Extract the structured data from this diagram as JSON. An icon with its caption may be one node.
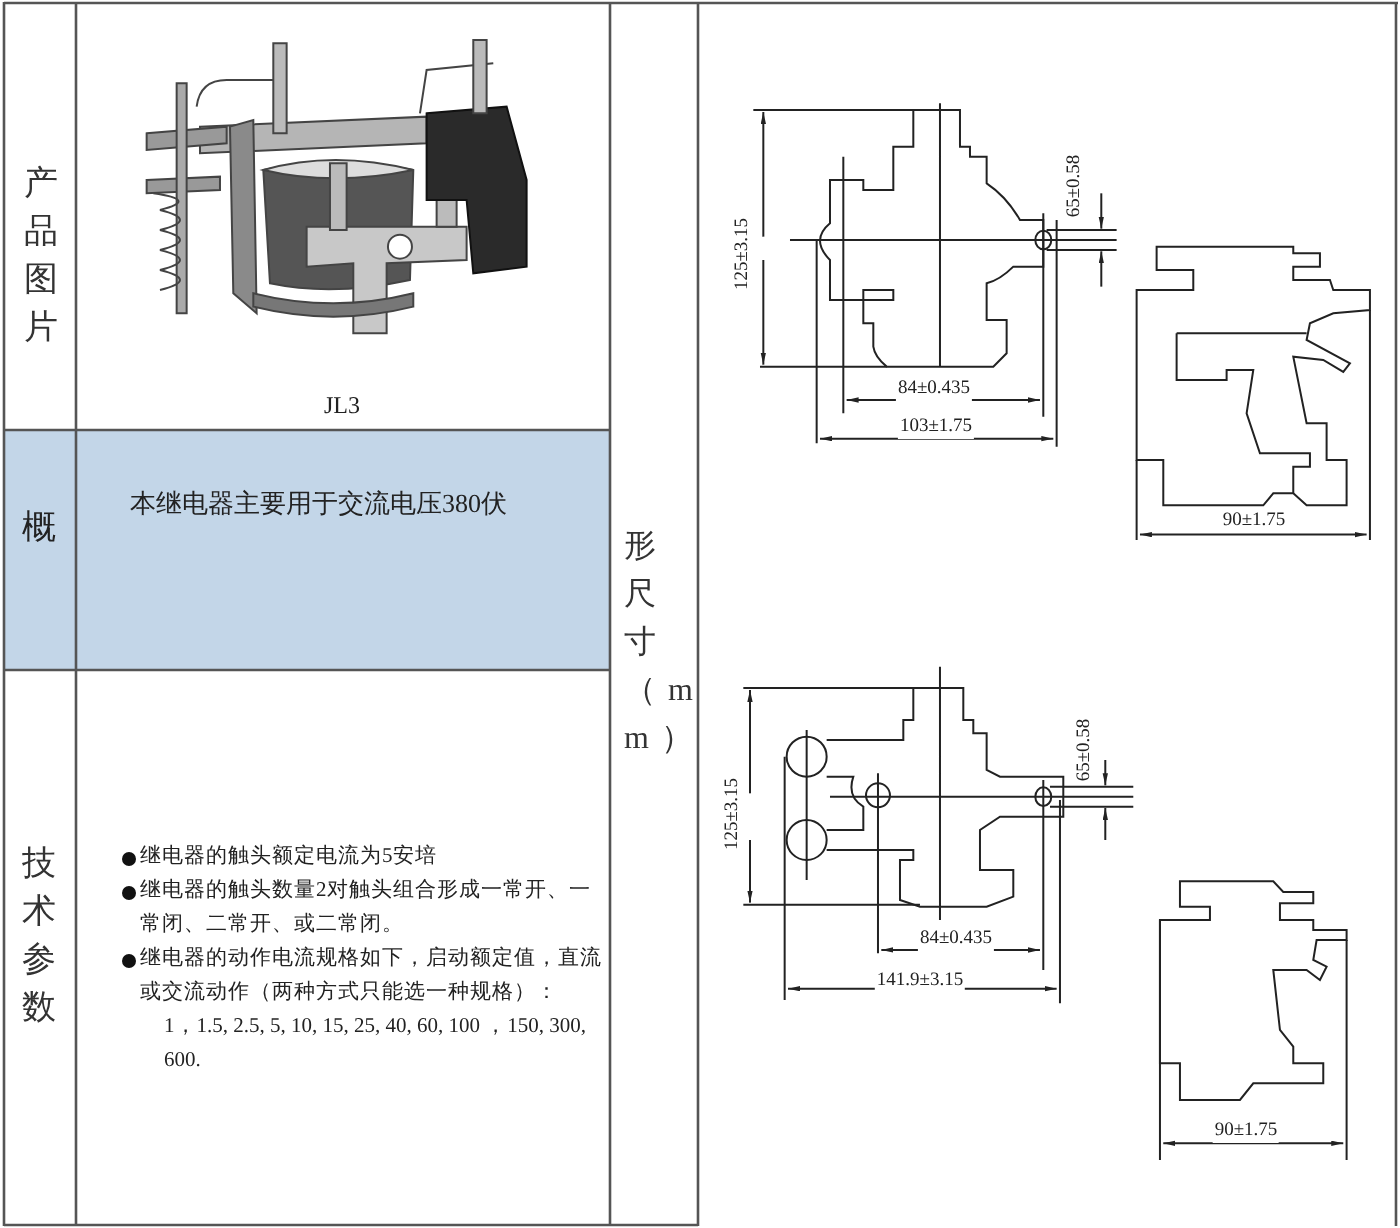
{
  "diagram": {
    "labels": [
      "产品图片",
      "JL3",
      "形尺寸（mm）",
      "125±3.15",
      "65±0.58",
      "84±0.435",
      "103±1.75",
      "90±1.75",
      "概",
      "本继电器主要用于交流电压380伏",
      "125±3.15",
      "65±0.58",
      "84±0.435",
      "141.9±3.15",
      "90±1.75",
      "技术参数",
      "继电器的触头额定电流为5安培",
      "继电器的触头数量2对触头组合形成一常开、一常闭、二常开、或二常闭。",
      "继电器的动作电流规格如下，启动额定值，直流或交流动作（两种方式只能选一种规格）：",
      "1，1.5, 2.5, 5, 10, 15, 25, 40, 60, 100 ，150, 300, 600."
    ]
  }
}
